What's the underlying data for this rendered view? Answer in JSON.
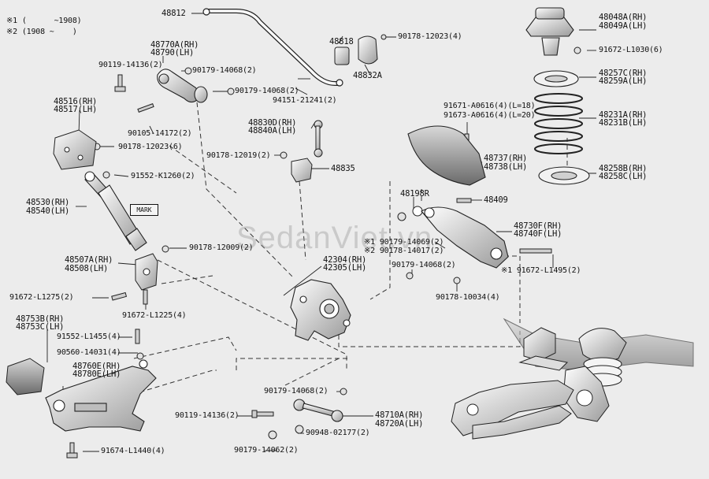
{
  "notes": {
    "n1": "※1 (      ~1908)",
    "n2": "※2 (1908 ~    )"
  },
  "watermark": "SedanViet.vn",
  "mark_label": "MARK",
  "labels": {
    "p48812": "48812",
    "p48818": "48818",
    "p90178_12023_4": "90178-12023(4)",
    "p48832A": "48832A",
    "p48770A": "48770A(RH)",
    "p48790": "48790(LH)",
    "p90119_14136_2a": "90119-14136(2)",
    "p90179_14068_2a": "90179-14068(2)",
    "p90179_14068_2b": "90179-14068(2)",
    "p94151_21241_2": "94151-21241(2)",
    "p48516": "48516(RH)",
    "p48517": "48517(LH)",
    "p90105_14172_2": "90105-14172(2)",
    "p90178_12023_6": "90178-12023(6)",
    "p91552_K1260_2": "91552-K1260(2)",
    "p48830D": "48830D(RH)",
    "p48840A": "48840A(LH)",
    "p90178_12019_2": "90178-12019(2)",
    "p48835": "48835",
    "p48048A": "48048A(RH)",
    "p48049A": "48049A(LH)",
    "p91672_L1030_6": "91672-L1030(6)",
    "p48257C": "48257C(RH)",
    "p48259A": "48259A(LH)",
    "p48231A": "48231A(RH)",
    "p48231B": "48231B(LH)",
    "p48258B": "48258B(RH)",
    "p48258C": "48258C(LH)",
    "p91671_A0616": "91671-A0616(4)(L=18)",
    "p91673_A0616": "91673-A0616(4)(L=20)",
    "p48737": "48737(RH)",
    "p48738": "48738(LH)",
    "p48198R": "48198R",
    "p48409": "48409",
    "p48730F": "48730F(RH)",
    "p48740F": "48740F(LH)",
    "p90179_14069_2": "※1 90179-14069(2)",
    "p90178_14017_2": "※2 90178-14017(2)",
    "p90179_14068_2c": "90179-14068(2)",
    "p91672_L1495_2": "※1 91672-L1495(2)",
    "p90178_10034_4": "90178-10034(4)",
    "p48530": "48530(RH)",
    "p48540": "48540(LH)",
    "p90178_12009_2": "90178-12009(2)",
    "p48507A": "48507A(RH)",
    "p48508": "48508(LH)",
    "p42304": "42304(RH)",
    "p42305": "42305(LH)",
    "p91672_L1275_2": "91672-L1275(2)",
    "p91672_L1225_4": "91672-L1225(4)",
    "p48753B": "48753B(RH)",
    "p48753C": "48753C(LH)",
    "p91552_L1455_4": "91552-L1455(4)",
    "p90560_14031_4": "90560-14031(4)",
    "p48760E": "48760E(RH)",
    "p48780E": "48780E(LH)",
    "p90179_14068_2d": "90179-14068(2)",
    "p90119_14136_2b": "90119-14136(2)",
    "p48710A": "48710A(RH)",
    "p48720A": "48720A(LH)",
    "p90948_02177_2": "90948-02177(2)",
    "p90179_14062_2": "90179-14062(2)",
    "p91674_L1440_4": "91674-L1440(4)"
  }
}
